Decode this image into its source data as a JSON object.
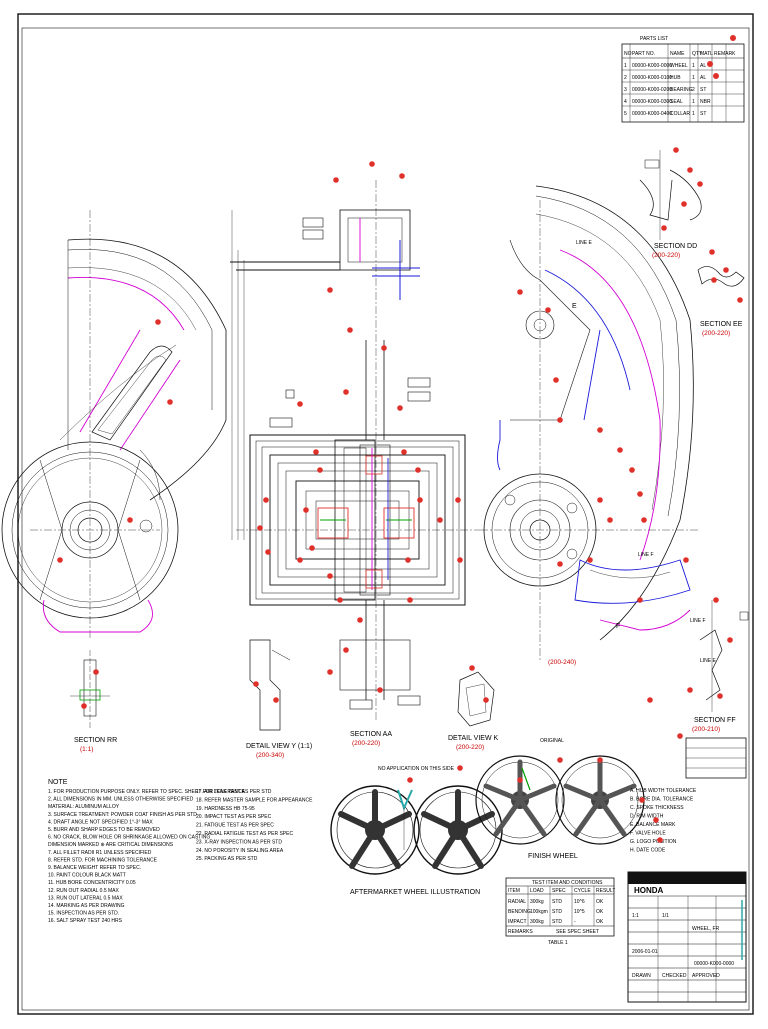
{
  "section_labels": {
    "rr": "SECTION RR",
    "rr_scale": "(1:1)",
    "detail_y": "DETAIL VIEW Y (1:1)",
    "detail_y_scale": "(200-340)",
    "section_aa": "SECTION AA",
    "section_aa_scale": "(200-220)",
    "detail_k": "DETAIL VIEW K",
    "detail_k_scale": "(200-220)",
    "section_dd": "SECTION DD",
    "section_dd_scale": "(200-220)",
    "section_ee": "SECTION EE",
    "section_ee_scale": "(200-220)",
    "section_ff": "SECTION FF",
    "section_ff_scale": "(200-210)",
    "view_scale_right": "(200-240)",
    "line_e1": "LINE E",
    "line_f1": "LINE F",
    "line_f2": "LINE F",
    "line_e2": "LINE E",
    "letter_e": "E",
    "letter_f": "F"
  },
  "illustrations": {
    "aftermarket": "AFTERMARKET WHEEL ILLUSTRATION",
    "callout": "NO APPLICATION ON THIS SIDE",
    "finish": "FINISH WHEEL",
    "rim_label": "ORIGINAL"
  },
  "notes": {
    "heading": "NOTE",
    "lines": [
      "1. FOR PRODUCTION PURPOSE ONLY. REFER TO SPEC. SHEET FOR TOLERANCE",
      "2. ALL DIMENSIONS IN MM. UNLESS OTHERWISE SPECIFIED",
      "   MATERIAL: ALUMINUM ALLOY",
      "3. SURFACE TREATMENT: POWDER COAT FINISH AS PER STD",
      "4. DRAFT ANGLE NOT SPECIFIED 1°-3° MAX",
      "5. BURR AND SHARP EDGES TO BE REMOVED",
      "6. NO CRACK, BLOW HOLE OR SHRINKAGE ALLOWED ON CASTING",
      "   DIMENSION MARKED ⊕ ARE CRITICAL DIMENSIONS",
      "7. ALL FILLET RADII R1 UNLESS SPECIFIED",
      "8. REFER STD. FOR MACHINING TOLERANCE",
      "9. BALANCE WEIGHT REFER TO SPEC.",
      "10. PAINT COLOUR BLACK MATT",
      "11. HUB BORE CONCENTRICITY 0.05",
      "12. RUN OUT RADIAL 0.5 MAX",
      "13. RUN OUT LATERAL 0.5 MAX",
      "14. MARKING AS PER DRAWING",
      "15. INSPECTION AS PER STD.",
      "16. SALT SPRAY TEST 240 HRS"
    ],
    "lines2": [
      "17. AIR LEAK TEST AS PER STD",
      "18. REFER MASTER SAMPLE FOR APPEARANCE",
      "19. HARDNESS HB 75-95",
      "20. IMPACT TEST AS PER SPEC",
      "21. FATIGUE TEST AS PER SPEC",
      "22. RADIAL FATIGUE TEST AS PER SPEC",
      "23. X-RAY INSPECTION AS PER STD",
      "24. NO POROSITY IN SEALING AREA",
      "25. PACKING AS PER STD"
    ]
  },
  "test_table": {
    "title": "TEST ITEM AND CONDITIONS",
    "caption": "TABLE 1",
    "headers": [
      "ITEM",
      "LOAD",
      "SPEC",
      "CYCLE",
      "RESULT"
    ],
    "rows": [
      [
        "RADIAL",
        "300kg",
        "STD",
        "10^6",
        "OK"
      ],
      [
        "BENDING",
        "100kgm",
        "STD",
        "10^5",
        "OK"
      ],
      [
        "IMPACT",
        "300kg",
        "STD",
        "-",
        "OK"
      ]
    ],
    "footer_left": "REMARKS",
    "footer_right": "SEE SPEC SHEET"
  },
  "parts_table": {
    "title": "PARTS LIST",
    "headers": [
      "NO",
      "PART NO.",
      "NAME",
      "QTY",
      "MATL",
      "REMARK"
    ],
    "rows": [
      [
        "1",
        "00000-K000-0000",
        "WHEEL",
        "1",
        "AL",
        ""
      ],
      [
        "2",
        "00000-K000-0100",
        "HUB",
        "1",
        "AL",
        ""
      ],
      [
        "3",
        "00000-K000-0200",
        "BEARING",
        "2",
        "ST",
        ""
      ],
      [
        "4",
        "00000-K000-0300",
        "SEAL",
        "1",
        "NBR",
        ""
      ],
      [
        "5",
        "00000-K000-0400",
        "COLLAR",
        "1",
        "ST",
        ""
      ]
    ]
  },
  "right_notes": {
    "lines": [
      "A. HUB WIDTH TOLERANCE",
      "B. BORE DIA. TOLERANCE",
      "C. SPOKE THICKNESS",
      "D. RIM WIDTH",
      "E. BALANCE MARK",
      "F. VALVE HOLE",
      "G. LOGO POSITION",
      "H. DATE CODE"
    ]
  },
  "title_block": {
    "company": "HONDA",
    "drawing_no": "00000-K000-0000",
    "name": "WHEEL, FR",
    "scale": "1:1",
    "sheet": "1/1",
    "date": "2006-01-01",
    "drawn_by": "DRAWN",
    "checked_by": "CHECKED",
    "approved_by": "APPROVED"
  },
  "colors": {
    "line": "#111111",
    "magenta": "#d400d4",
    "blue": "#1a1ad9",
    "red": "#e0302a",
    "green": "#00a000",
    "teal": "#2aa8a8"
  }
}
